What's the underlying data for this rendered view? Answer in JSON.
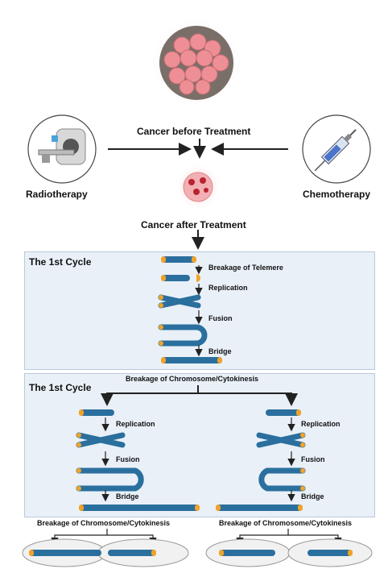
{
  "top": {
    "cancer_before": "Cancer before Treatment",
    "cancer_after": "Cancer after Treatment",
    "radiotherapy": "Radiotherapy",
    "chemotherapy": "Chemotherapy"
  },
  "panel1": {
    "title": "The 1st Cycle",
    "steps": [
      "Breakage of Telemere",
      "Replication",
      "Fusion",
      "Bridge"
    ]
  },
  "panel2": {
    "title": "The 1st Cycle",
    "header": "Breakage of Chromosome/Cytokinesis",
    "left_steps": [
      "Replication",
      "Fusion",
      "Bridge"
    ],
    "right_steps": [
      "Replication",
      "Fusion",
      "Bridge"
    ]
  },
  "bottom": {
    "left_label": "Breakage of Chromosome/Cytokinesis",
    "right_label": "Breakage of Chromosome/Cytokinesis"
  },
  "colors": {
    "chromosome": "#2a6f9e",
    "telomere": "#f0a32a",
    "band": "#d46a8a",
    "panel_bg": "#e9f0f8",
    "cancer": "#e87c86"
  }
}
